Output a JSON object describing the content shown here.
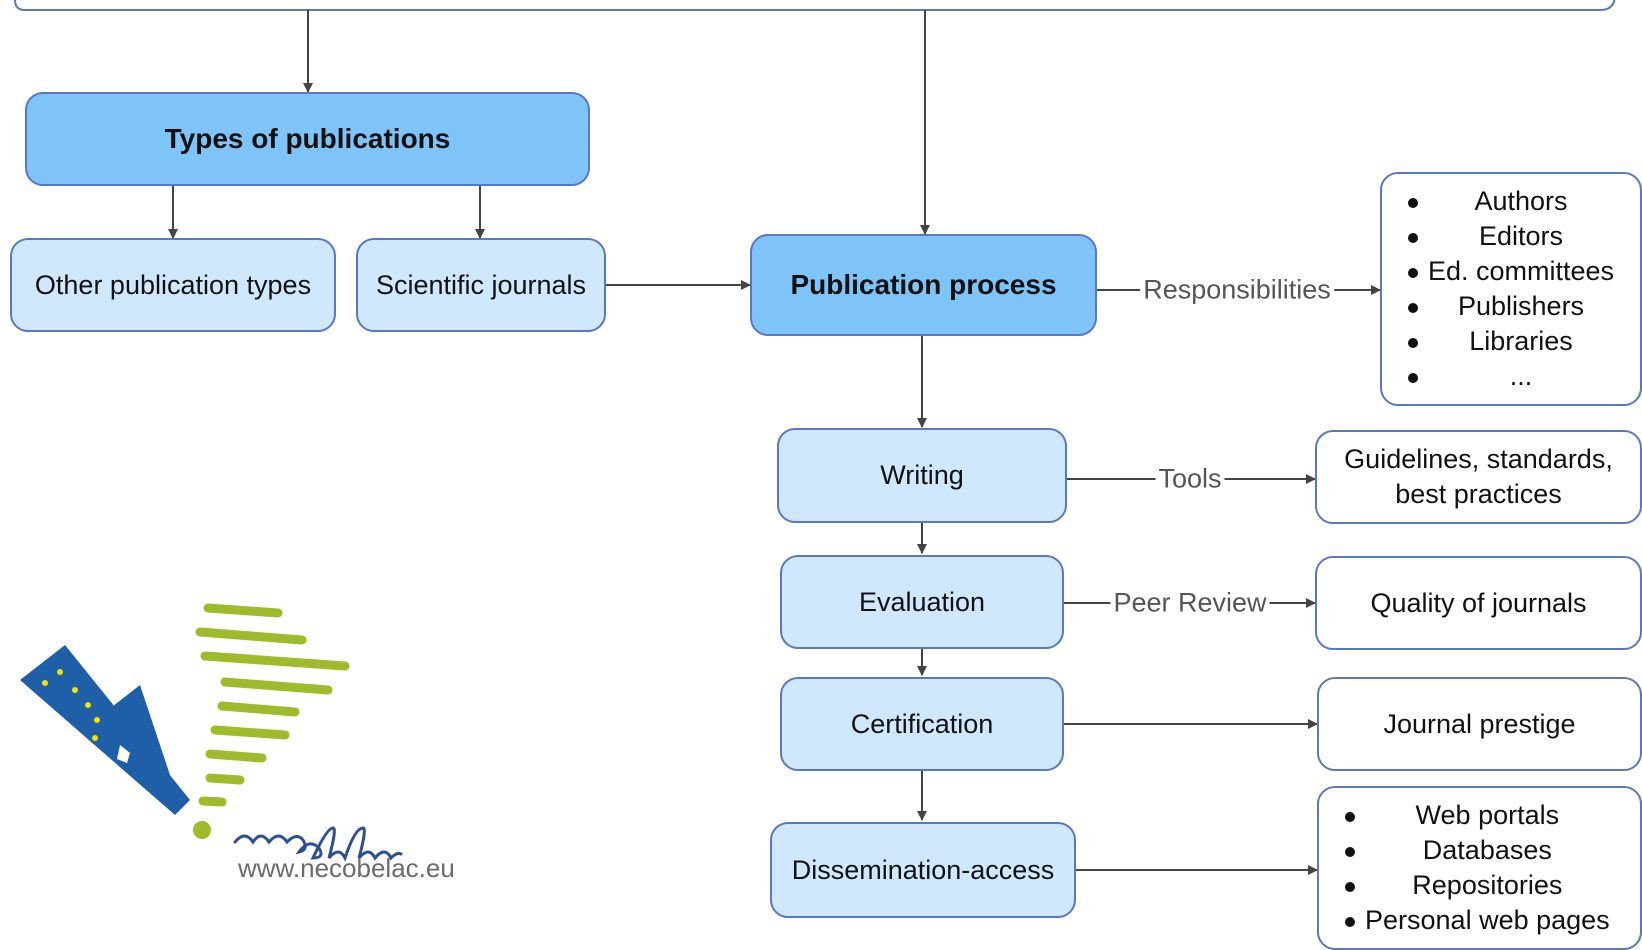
{
  "nodes": {
    "types_of_publications": "Types of publications",
    "other_publication_types": "Other publication types",
    "scientific_journals": "Scientific journals",
    "publication_process": "Publication process",
    "writing": "Writing",
    "evaluation": "Evaluation",
    "certification": "Certification",
    "dissemination_access": "Dissemination-access",
    "guidelines": [
      "Guidelines, standards,",
      "best practices"
    ],
    "quality_of_journals": "Quality of journals",
    "journal_prestige": "Journal prestige"
  },
  "lists": {
    "responsibilities_items": [
      "Authors",
      "Editors",
      "Ed. committees",
      "Publishers",
      "Libraries",
      "..."
    ],
    "dissemination_items": [
      "Web portals",
      "Databases",
      "Repositories",
      "Personal web pages"
    ]
  },
  "edge_labels": {
    "responsibilities": "Responsibilities",
    "tools": "Tools",
    "peer_review": "Peer Review"
  },
  "logo": {
    "wordmark": "necobelac",
    "url": "www.necobelac.eu"
  },
  "colors": {
    "node_light": "#cfe8fd",
    "node_dark": "#7fc4f8",
    "node_border": "#5a76c4",
    "logo_blue": "#1f5fa8",
    "logo_green": "#9dbb2a"
  }
}
